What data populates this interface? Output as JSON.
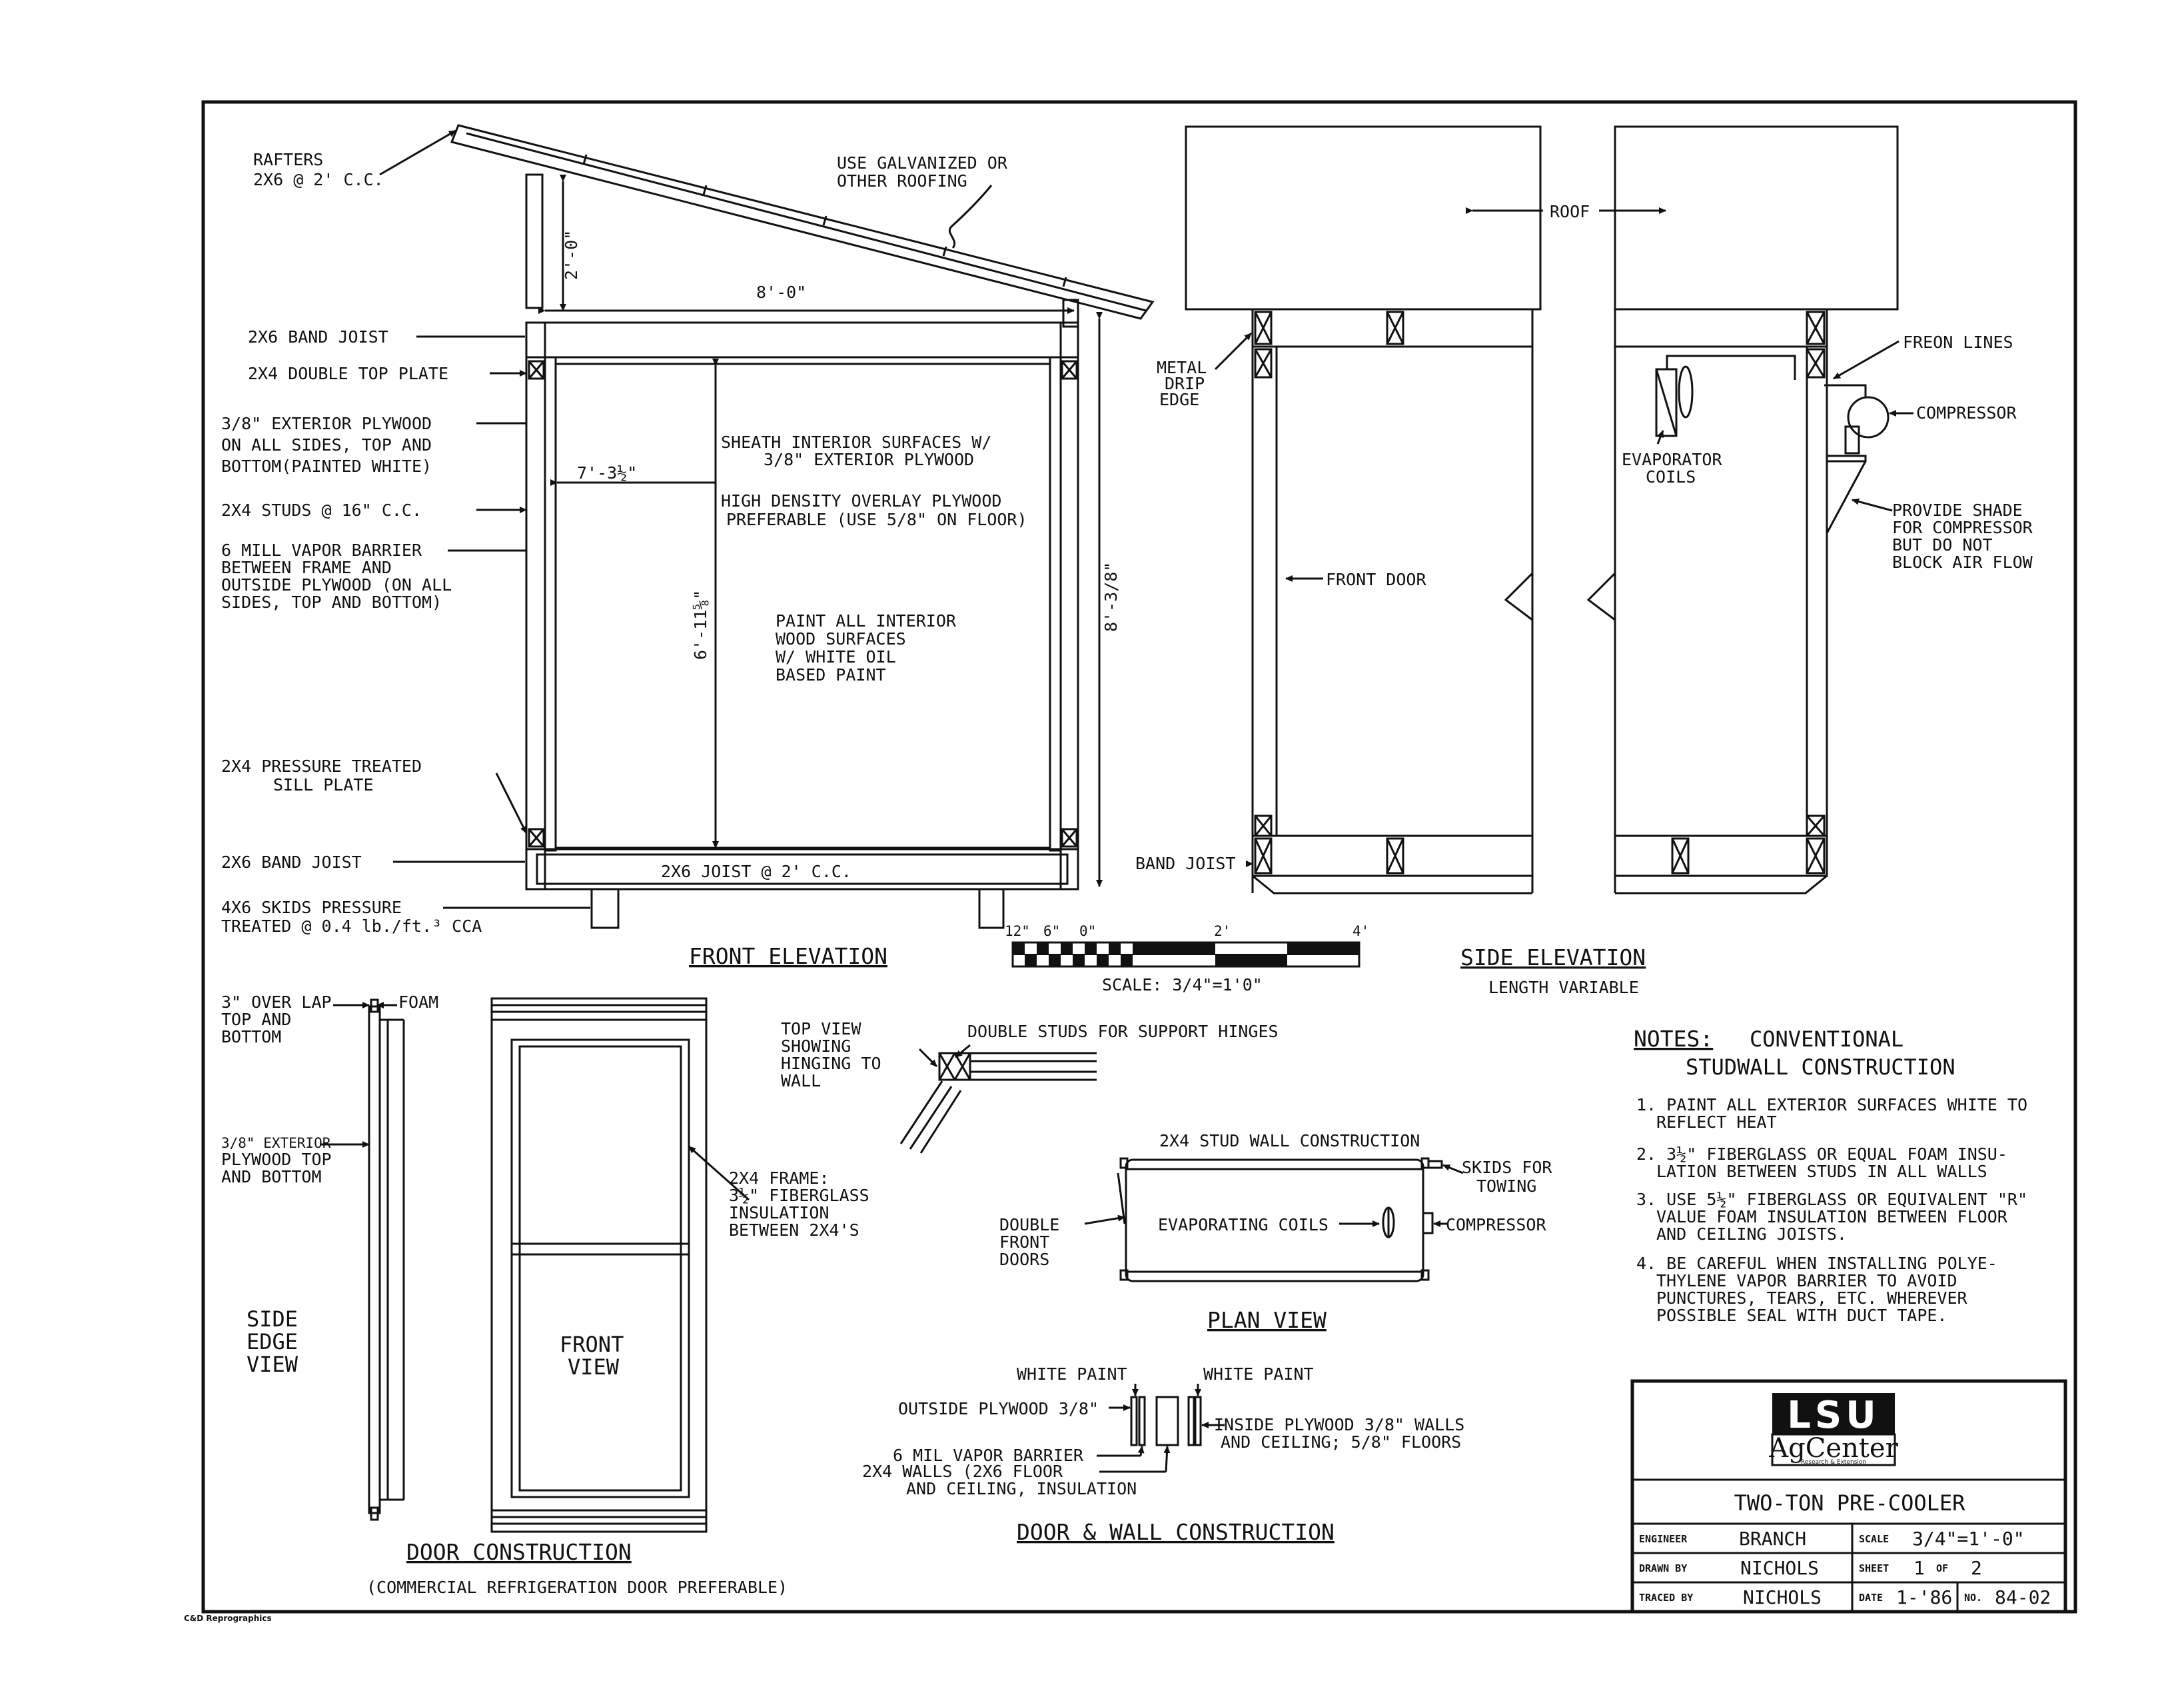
{
  "front_elevation": {
    "title": "FRONT ELEVATION",
    "labels": {
      "rafters": [
        "RAFTERS",
        "2X6 @ 2' C.C."
      ],
      "roofing": [
        "USE GALVANIZED OR",
        "OTHER ROOFING"
      ],
      "band_joist_top": "2X6 BAND JOIST",
      "top_plate": "2X4 DOUBLE TOP PLATE",
      "ext_plywood": [
        "3/8\" EXTERIOR PLYWOOD",
        "ON ALL SIDES, TOP AND",
        "BOTTOM(PAINTED WHITE)"
      ],
      "studs": "2X4 STUDS @ 16\" C.C.",
      "vapor_barrier": [
        "6 MILL VAPOR BARRIER",
        "BETWEEN FRAME AND",
        "OUTSIDE PLYWOOD (ON ALL",
        "SIDES, TOP AND BOTTOM)"
      ],
      "sill_plate": [
        "2X4 PRESSURE TREATED",
        "SILL PLATE"
      ],
      "band_joist_bottom": "2X6 BAND JOIST",
      "skids": [
        "4X6 SKIDS PRESSURE",
        "TREATED @ 0.4 lb./ft.³ CCA"
      ],
      "sheath": [
        "SHEATH INTERIOR SURFACES W/",
        "3/8\" EXTERIOR PLYWOOD"
      ],
      "overlay": [
        "HIGH DENSITY OVERLAY PLYWOOD",
        "PREFERABLE (USE 5/8\" ON FLOOR)"
      ],
      "paint": [
        "PAINT ALL INTERIOR",
        "WOOD SURFACES",
        "W/ WHITE OIL",
        "BASED PAINT"
      ],
      "joist": "2X6 JOIST @ 2' C.C."
    },
    "dims": {
      "top_width": "8'-0\"",
      "roof_rise": "2'-0\"",
      "inner_width": "7'-3½\"",
      "inner_height": "6'-11⅝\"",
      "outer_height": "8'-3/8\""
    }
  },
  "scale_bar": {
    "ticks": [
      "12\"",
      "6\"",
      "0\"",
      "2'",
      "4'"
    ],
    "label": "SCALE: 3/4\"=1'0\""
  },
  "side_elevation": {
    "title": "SIDE ELEVATION",
    "subtitle": "LENGTH VARIABLE",
    "labels": {
      "roof": "ROOF",
      "drip_edge": [
        "METAL",
        "DRIP",
        "EDGE"
      ],
      "front_door": "FRONT DOOR",
      "band_joist": "BAND JOIST",
      "freon": "FREON LINES",
      "compressor": "COMPRESSOR",
      "evaporator": [
        "EVAPORATOR",
        "COILS"
      ],
      "shade": [
        "PROVIDE SHADE",
        "FOR COMPRESSOR",
        "BUT DO NOT",
        "BLOCK AIR FLOW"
      ]
    }
  },
  "door_construction": {
    "title": "DOOR CONSTRUCTION",
    "subtitle": "(COMMERCIAL REFRIGERATION DOOR PREFERABLE)",
    "labels": {
      "overlap": [
        "3\" OVER LAP",
        "TOP AND",
        "BOTTOM"
      ],
      "foam": "FOAM",
      "ext_plywood": [
        "3/8\" EXTERIOR",
        "PLYWOOD TOP",
        "AND BOTTOM"
      ],
      "side_edge": [
        "SIDE",
        "EDGE",
        "VIEW"
      ],
      "front_view": [
        "FRONT",
        "VIEW"
      ],
      "frame": [
        "2X4 FRAME:",
        "3½\" FIBERGLASS",
        "INSULATION",
        "BETWEEN 2X4'S"
      ]
    }
  },
  "hinge_view": {
    "top_view": [
      "TOP VIEW",
      "SHOWING",
      "HINGING TO",
      "WALL"
    ],
    "double_studs": "DOUBLE STUDS FOR SUPPORT HINGES"
  },
  "plan_view": {
    "title": "PLAN VIEW",
    "labels": {
      "stud_wall": "2X4 STUD WALL CONSTRUCTION",
      "evap": "EVAPORATING COILS",
      "skids": [
        "SKIDS FOR",
        "TOWING"
      ],
      "compressor": "COMPRESSOR",
      "doors": [
        "DOUBLE",
        "FRONT",
        "DOORS"
      ]
    }
  },
  "wall_construction": {
    "title": "DOOR & WALL CONSTRUCTION",
    "labels": {
      "white_paint_left": "WHITE PAINT",
      "white_paint_right": "WHITE PAINT",
      "outside_plywood": "OUTSIDE PLYWOOD 3/8\"",
      "inside_plywood": [
        "INSIDE PLYWOOD 3/8\" WALLS",
        "AND CEILING; 5/8\" FLOORS"
      ],
      "vapor": "6 MIL VAPOR BARRIER",
      "walls": [
        "2X4 WALLS (2X6 FLOOR",
        "AND CEILING, INSULATION"
      ]
    }
  },
  "notes": {
    "heading": "NOTES:",
    "subheading": [
      "CONVENTIONAL",
      "STUDWALL CONSTRUCTION"
    ],
    "items": [
      [
        "1. PAINT ALL EXTERIOR SURFACES WHITE TO",
        "REFLECT HEAT"
      ],
      [
        "2. 3½\" FIBERGLASS OR EQUAL FOAM INSU-",
        "LATION BETWEEN STUDS IN ALL WALLS"
      ],
      [
        "3. USE 5½\" FIBERGLASS OR EQUIVALENT \"R\"",
        "VALUE FOAM INSULATION BETWEEN FLOOR",
        "AND CEILING JOISTS."
      ],
      [
        "4. BE CAREFUL WHEN INSTALLING POLYE-",
        "THYLENE VAPOR BARRIER TO AVOID",
        "PUNCTURES, TEARS, ETC. WHEREVER",
        "POSSIBLE SEAL WITH DUCT TAPE."
      ]
    ]
  },
  "title_block": {
    "logo_main": "LSU",
    "logo_sub": "AgCenter",
    "logo_tag": "Research & Extension",
    "title": "TWO-TON PRE-COOLER",
    "engineer_label": "ENGINEER",
    "engineer": "BRANCH",
    "drawn_label": "DRAWN BY",
    "drawn": "NICHOLS",
    "traced_label": "TRACED BY",
    "traced": "NICHOLS",
    "scale_label": "SCALE",
    "scale": "3/4\"=1'-0\"",
    "sheet_label": "SHEET",
    "sheet": "1",
    "sheet_of_label": "OF",
    "sheet_of": "2",
    "date_label": "DATE",
    "date": "1-'86",
    "no_label": "NO.",
    "no": "84-02"
  },
  "footer": "C&D Reprographics"
}
